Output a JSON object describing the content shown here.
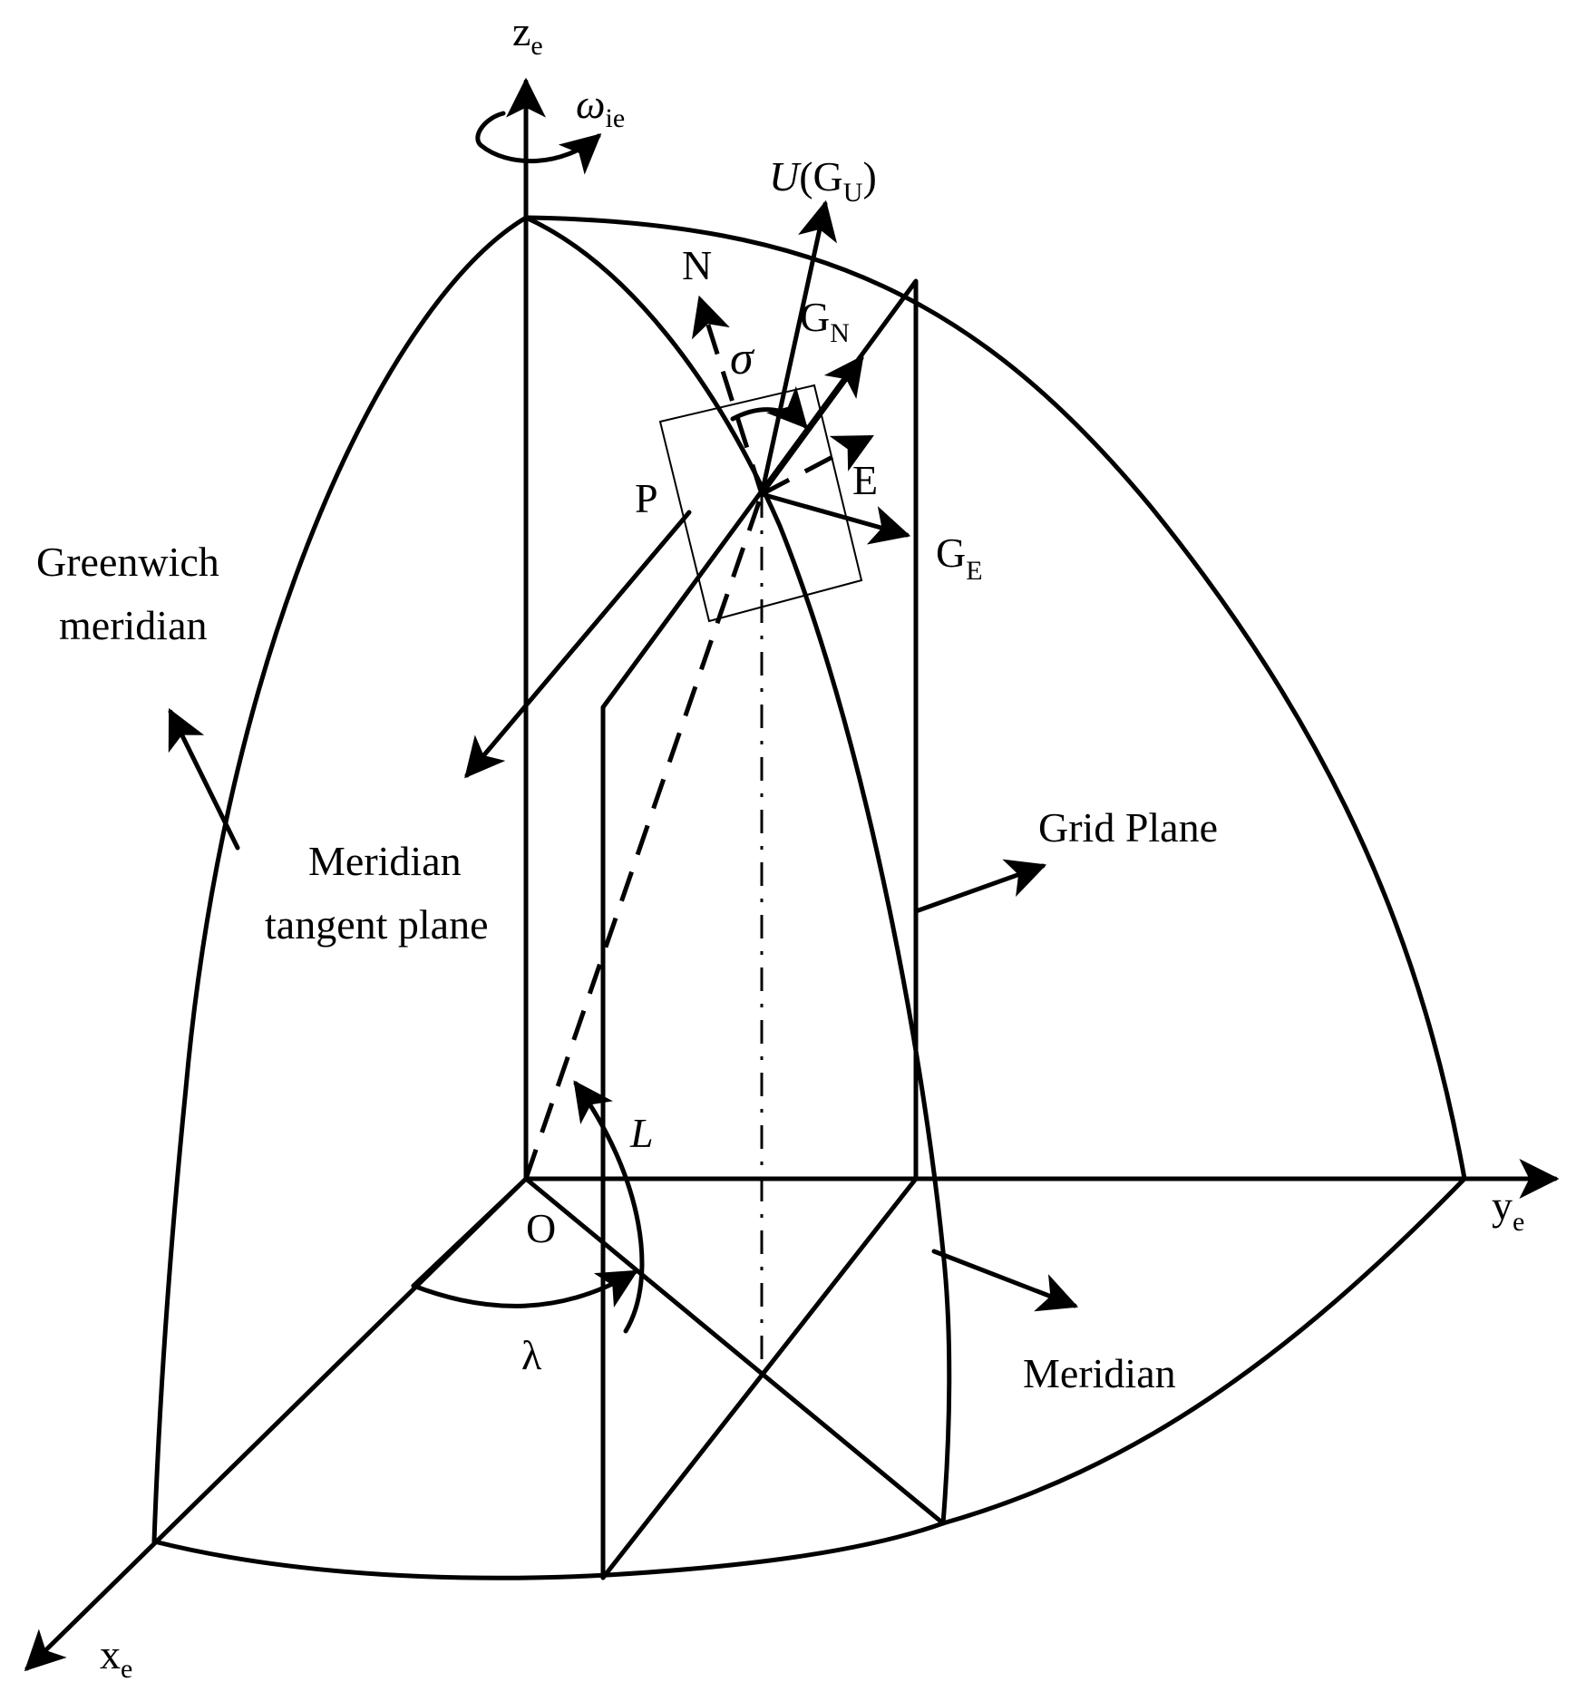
{
  "labels": {
    "ze": "z",
    "ze_sub": "e",
    "omega": "ω",
    "omega_sub": "ie",
    "u": "U",
    "gu_open": "(G",
    "gu_sub": "U",
    "gu_close": ")",
    "n": "N",
    "gn": "G",
    "gn_sub": "N",
    "sigma": "σ",
    "p": "P",
    "e": "E",
    "ge": "G",
    "ge_sub": "E",
    "greenwich_line1": "Greenwich",
    "greenwich_line2": "meridian",
    "grid_plane": "Grid Plane",
    "meridian_tangent_line1": "Meridian",
    "meridian_tangent_line2": "tangent plane",
    "L": "L",
    "origin": "O",
    "lambda": "λ",
    "meridian": "Meridian",
    "ye": "y",
    "ye_sub": "e",
    "xe": "x",
    "xe_sub": "e"
  }
}
